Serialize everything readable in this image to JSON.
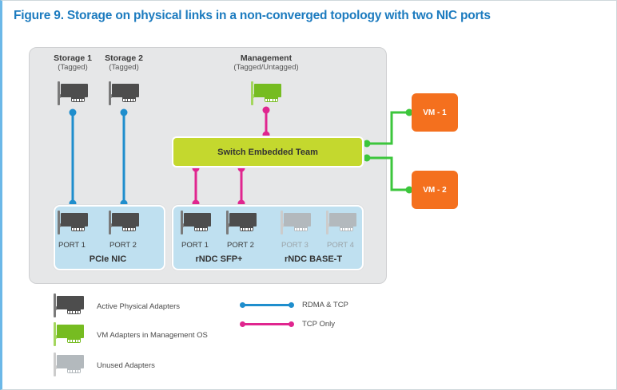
{
  "figure": {
    "title": "Figure 9. Storage on physical links in a non-converged topology with two NIC ports",
    "title_color": "#1c7bbf"
  },
  "vnics": [
    {
      "name": "Storage 1",
      "tagging": "(Tagged)",
      "adapter_type": "active"
    },
    {
      "name": "Storage 2",
      "tagging": "(Tagged)",
      "adapter_type": "active"
    },
    {
      "name": "Management",
      "tagging": "(Tagged/Untagged)",
      "adapter_type": "vm-management"
    }
  ],
  "switch": {
    "label": "Switch Embedded Team",
    "color": "#c4d82e"
  },
  "nic_groups": [
    {
      "label": "PCIe NIC",
      "ports": [
        {
          "label": "PORT 1",
          "state": "active"
        },
        {
          "label": "PORT 2",
          "state": "active"
        }
      ]
    },
    {
      "label": "rNDC SFP+",
      "ports": [
        {
          "label": "PORT 1",
          "state": "active"
        },
        {
          "label": "PORT 2",
          "state": "active"
        }
      ]
    },
    {
      "label": "rNDC BASE-T",
      "ports": [
        {
          "label": "PORT 3",
          "state": "unused"
        },
        {
          "label": "PORT 4",
          "state": "unused"
        }
      ]
    }
  ],
  "vms": [
    {
      "label": "VM - 1",
      "color": "#f4701e"
    },
    {
      "label": "VM - 2",
      "color": "#f4701e"
    }
  ],
  "legend": {
    "adapters": [
      {
        "label": "Active Physical Adapters",
        "swatch": "#4d4d4d"
      },
      {
        "label": "VM Adapters in Management OS",
        "swatch": "#76bc21"
      },
      {
        "label": "Unused Adapters",
        "swatch": "#b3b9bd"
      }
    ],
    "links": [
      {
        "label": "RDMA & TCP",
        "color": "#1f8ecd"
      },
      {
        "label": "TCP Only",
        "color": "#e0268f"
      }
    ]
  },
  "link_colors": {
    "rdma_tcp": "#1f8ecd",
    "tcp_only": "#e0268f",
    "vm_link": "#3cc63c"
  }
}
